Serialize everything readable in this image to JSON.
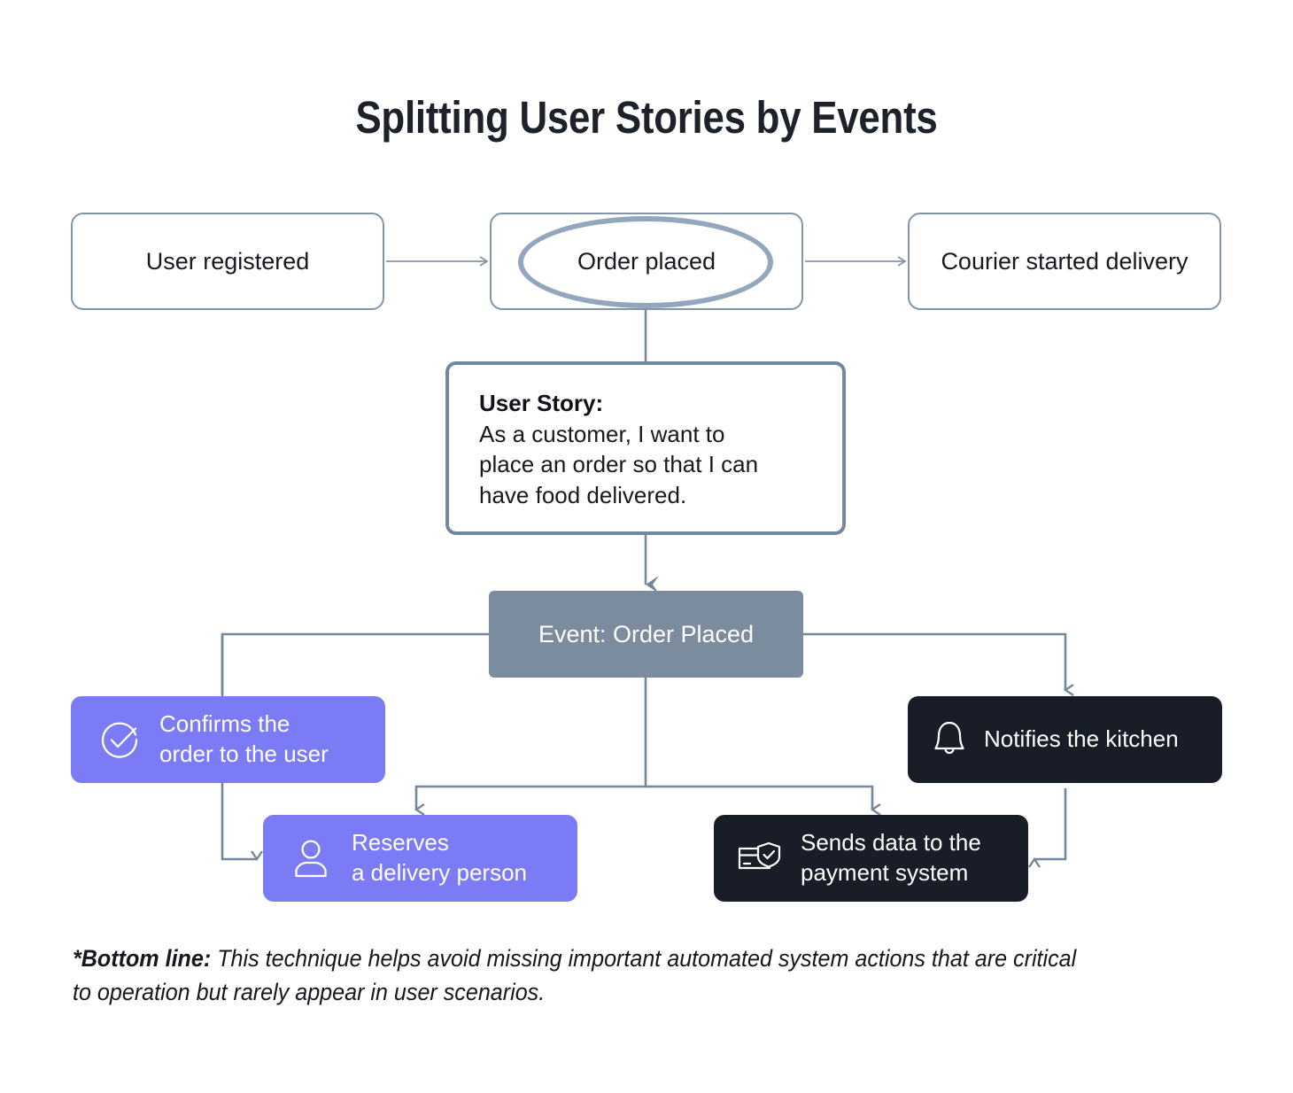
{
  "title": "Splitting User Stories by Events",
  "colors": {
    "purple": "#7b7bf6",
    "dark": "#191d28",
    "event_gray": "#7b8c9e",
    "border_blue": "#8294a8",
    "highlight_ellipse": "#93a6bd",
    "text_dark": "#16191f",
    "white": "#ffffff"
  },
  "event_stream": {
    "items": [
      {
        "label": "User registered",
        "highlighted": false
      },
      {
        "label": "Order placed",
        "highlighted": true
      },
      {
        "label": "Courier started delivery",
        "highlighted": false
      }
    ]
  },
  "user_story": {
    "heading": "User Story:",
    "body": "As a customer, I want to\nplace an order so that I can\nhave food delivered."
  },
  "event_node": {
    "label": "Event: Order Placed"
  },
  "actions": [
    {
      "id": "confirm",
      "icon": "check-circle-icon",
      "label": "Confirms the\norder to the user",
      "style": "purple"
    },
    {
      "id": "reserve",
      "icon": "person-icon",
      "label": "Reserves\na delivery person",
      "style": "purple"
    },
    {
      "id": "notify",
      "icon": "bell-icon",
      "label": "Notifies the kitchen",
      "style": "dark"
    },
    {
      "id": "payment",
      "icon": "card-shield-icon",
      "label": "Sends data to the\npayment system",
      "style": "dark"
    }
  ],
  "bottom_line": {
    "lead": "*Bottom line:",
    "text": " This technique helps avoid missing important automated system actions that are critical to operation but rarely appear in user scenarios."
  }
}
